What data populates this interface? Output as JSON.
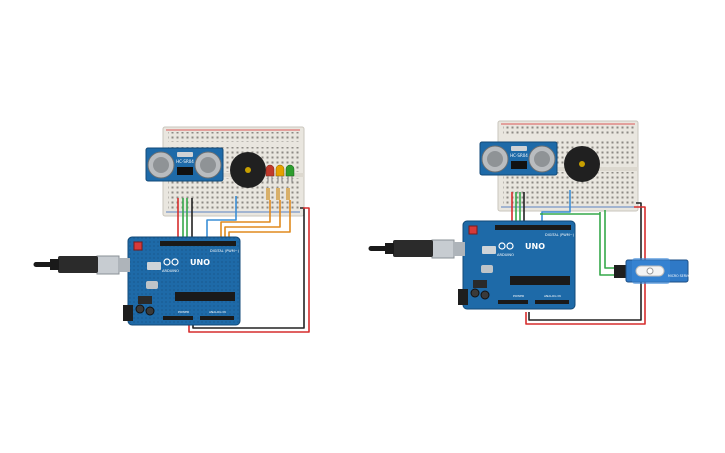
{
  "circuits": [
    {
      "id": "left",
      "sensor": {
        "label": "HC-SR04"
      },
      "arduino": {
        "brand": "ARDUINO",
        "model": "UNO",
        "digital_label": "DIGITAL (PWM~)",
        "power_label": "POWER",
        "analog_label": "ANALOG IN"
      },
      "leds": [
        "#c0392b",
        "#e5a100",
        "#2e9d2e"
      ]
    },
    {
      "id": "right",
      "sensor": {
        "label": "HC-SR04"
      },
      "arduino": {
        "brand": "ARDUINO",
        "model": "UNO",
        "digital_label": "DIGITAL (PWM~)",
        "power_label": "POWER",
        "analog_label": "ANALOG IN"
      },
      "servo": {
        "label": "MICRO SERVO"
      }
    }
  ],
  "colors": {
    "board_blue": "#1e6aa8",
    "wire_red": "#d62d2d",
    "wire_black": "#222222",
    "wire_green": "#35a84a",
    "wire_orange": "#e08a1e",
    "wire_blue": "#3b8fd6",
    "breadboard": "#e9e6df"
  }
}
